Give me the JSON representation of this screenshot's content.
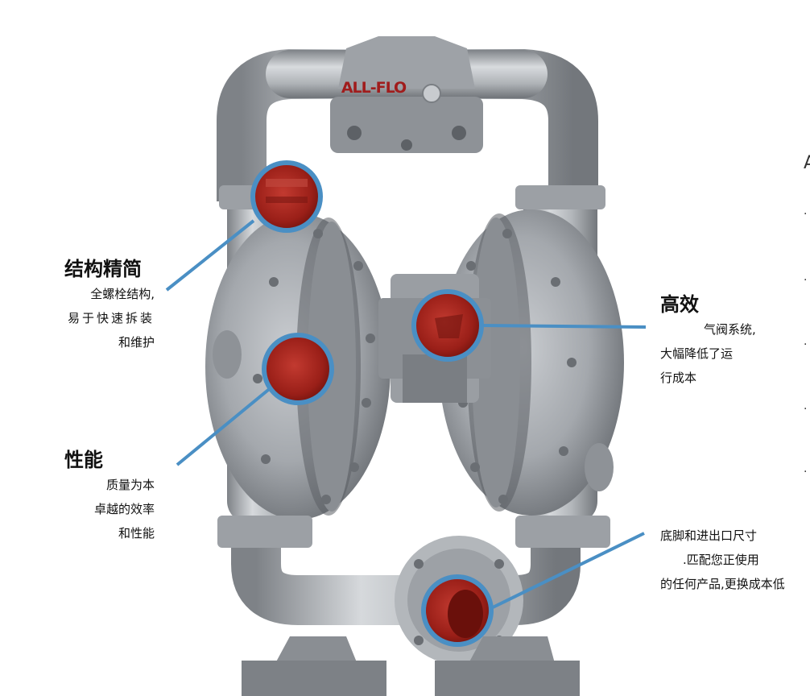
{
  "brand": "ALL-FLO",
  "callouts": {
    "structure": {
      "title": "结构精简",
      "lines": [
        "全螺栓结构,",
        "易于快速拆装",
        "和维护"
      ]
    },
    "performance": {
      "title": "性能",
      "lines": [
        "质量为本",
        "卓越的效率",
        "和性能"
      ]
    },
    "efficiency": {
      "title": "高效",
      "lines": [
        "气阀系统,",
        "大幅降低了运",
        "行成本"
      ]
    },
    "base": {
      "lines": [
        "底脚和进出口尺寸",
        ".匹配您正使用",
        "的任何产品,更换成本低"
      ]
    }
  },
  "colors": {
    "callout_ring": "#4a8fc4",
    "callout_fill": "#a0221c",
    "leader_line": "#4a8fc4",
    "metal": "#a9adb2",
    "brand": "#a01c1c"
  },
  "right_edge_marks": [
    "A",
    "·",
    "·",
    "·",
    "·",
    "·"
  ]
}
